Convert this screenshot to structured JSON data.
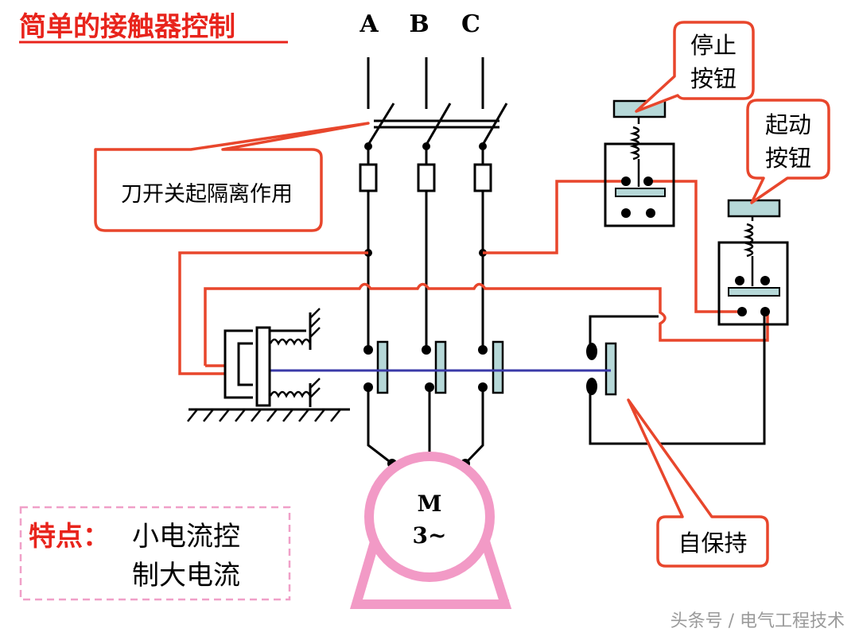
{
  "title": "简单的接触器控制",
  "phases": [
    "A",
    "B",
    "C"
  ],
  "callouts": {
    "knife_switch": "刀开关起隔离作用",
    "stop_button": [
      "停止",
      "按钮"
    ],
    "start_button": [
      "起动",
      "按钮"
    ],
    "self_hold": "自保持"
  },
  "motor": {
    "line1": "M",
    "line2": "3~"
  },
  "features": {
    "label": "特点：",
    "line1": "小电流控",
    "line2": "制大电流"
  },
  "watermark": "头条号 / 电气工程技术",
  "colors": {
    "power_wire": "#000000",
    "control_wire": "#e8462c",
    "callout_border": "#e8462c",
    "contact_fill": "#b6d8d8",
    "armature_link": "#3a3aa8",
    "motor": "#f29ac6",
    "title_red": "#e8241c",
    "features_red": "#e8241c"
  }
}
